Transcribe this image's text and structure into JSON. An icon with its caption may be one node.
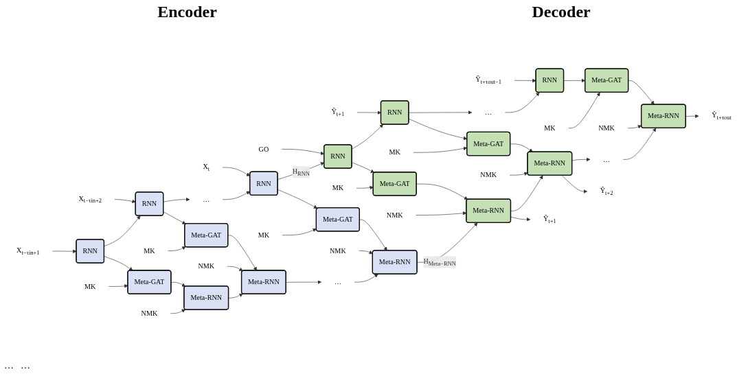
{
  "diagram": {
    "nodes": [
      {
        "text": [
          "X$_{t−τin+1}$"
        ]
      },
      {
        "text": [
          "X$_{t−τin+2}$"
        ]
      },
      {
        "text": [
          "X$_{t}$"
        ]
      },
      {
        "text": [
          "GO"
        ]
      },
      {
        "text": [
          "Ŷ$_{t+1}$"
        ]
      },
      {
        "text": [
          "Ŷ$_{t+τout−1}$"
        ]
      },
      {
        "text": [
          "RNN"
        ]
      },
      {
        "text": [
          "RNN"
        ]
      },
      {
        "text": [
          "…"
        ]
      },
      {
        "text": [
          "RNN"
        ]
      },
      {
        "text": [
          "RNN"
        ]
      },
      {
        "text": [
          "RNN"
        ]
      },
      {
        "text": [
          "…"
        ]
      },
      {
        "text": [
          "RNN"
        ]
      },
      {
        "text": [
          "MK"
        ]
      },
      {
        "text": [
          "MK"
        ]
      },
      {
        "text": [
          "MK"
        ]
      },
      {
        "text": [
          "MK"
        ]
      },
      {
        "text": [
          "MK"
        ]
      },
      {
        "text": [
          "MK"
        ]
      },
      {
        "text": [
          "Meta-GAT"
        ]
      },
      {
        "text": [
          "Meta-GAT"
        ]
      },
      {
        "text": [
          "Meta-GAT"
        ]
      },
      {
        "text": [
          "Meta-GAT"
        ]
      },
      {
        "text": [
          "Meta-GAT"
        ]
      },
      {
        "text": [
          "Meta-GAT"
        ]
      },
      {
        "text": [
          "NMK"
        ]
      },
      {
        "text": [
          "NMK"
        ]
      },
      {
        "text": [
          "NMK"
        ]
      },
      {
        "text": [
          "NMK"
        ]
      },
      {
        "text": [
          "NMK"
        ]
      },
      {
        "text": [
          "NMK"
        ]
      },
      {
        "text": [
          "Meta-RNN"
        ]
      },
      {
        "text": [
          "Meta-RNN"
        ]
      },
      {
        "text": [
          "…"
        ]
      },
      {
        "text": [
          "Meta-RNN"
        ]
      },
      {
        "text": [
          "Meta-RNN"
        ]
      },
      {
        "text": [
          "Meta-RNN"
        ]
      },
      {
        "text": [
          "…"
        ]
      },
      {
        "text": [
          "Meta-RNN"
        ]
      },
      {
        "text": [
          "Ŷ$_{t+1}$"
        ]
      },
      {
        "text": [
          "Ŷ$_{t+2}$"
        ]
      },
      {
        "text": [
          "Ŷ$_{t+τout}$"
        ]
      }
    ],
    "edges": [
      {
        "from": 0,
        "to": 6,
        "arrow": "to"
      },
      {
        "from": 1,
        "to": 7,
        "arrow": "to"
      },
      {
        "from": 2,
        "to": 9,
        "arrow": "to"
      },
      {
        "from": 3,
        "to": 10,
        "arrow": "to"
      },
      {
        "from": 4,
        "to": 11,
        "arrow": "to"
      },
      {
        "from": 5,
        "to": 13,
        "arrow": "to"
      },
      {
        "from": 6,
        "to": 7,
        "arrow": "to"
      },
      {
        "from": 7,
        "to": 8,
        "arrow": "to"
      },
      {
        "from": 8,
        "to": 9,
        "arrow": "to"
      },
      {
        "from": 9,
        "to": 10,
        "arrow": "to",
        "label": "H$_{RNN}$"
      },
      {
        "from": 10,
        "to": 11,
        "arrow": "to"
      },
      {
        "from": 11,
        "to": 12,
        "arrow": "to"
      },
      {
        "from": 12,
        "to": 13,
        "arrow": "to"
      },
      {
        "from": 6,
        "to": 20,
        "arrow": "to"
      },
      {
        "from": 7,
        "to": 21,
        "arrow": "to"
      },
      {
        "from": 9,
        "to": 22,
        "arrow": "to"
      },
      {
        "from": 10,
        "to": 23,
        "arrow": "to"
      },
      {
        "from": 11,
        "to": 24,
        "arrow": "to"
      },
      {
        "from": 13,
        "to": 25,
        "arrow": "to"
      },
      {
        "from": 14,
        "to": 20,
        "arrow": "to"
      },
      {
        "from": 15,
        "to": 21,
        "arrow": "to"
      },
      {
        "from": 16,
        "to": 22,
        "arrow": "to"
      },
      {
        "from": 17,
        "to": 23,
        "arrow": "to"
      },
      {
        "from": 18,
        "to": 24,
        "arrow": "to"
      },
      {
        "from": 19,
        "to": 25,
        "arrow": "to"
      },
      {
        "from": 20,
        "to": 32,
        "arrow": "to"
      },
      {
        "from": 21,
        "to": 33,
        "arrow": "to"
      },
      {
        "from": 22,
        "to": 35,
        "arrow": "to"
      },
      {
        "from": 23,
        "to": 36,
        "arrow": "to"
      },
      {
        "from": 24,
        "to": 37,
        "arrow": "to"
      },
      {
        "from": 25,
        "to": 39,
        "arrow": "to"
      },
      {
        "from": 26,
        "to": 32,
        "arrow": "to"
      },
      {
        "from": 27,
        "to": 33,
        "arrow": "to"
      },
      {
        "from": 28,
        "to": 35,
        "arrow": "to"
      },
      {
        "from": 29,
        "to": 36,
        "arrow": "to"
      },
      {
        "from": 30,
        "to": 37,
        "arrow": "to"
      },
      {
        "from": 31,
        "to": 39,
        "arrow": "to"
      },
      {
        "from": 32,
        "to": 33,
        "arrow": "to"
      },
      {
        "from": 33,
        "to": 34,
        "arrow": "to"
      },
      {
        "from": 34,
        "to": 35,
        "arrow": "to"
      },
      {
        "from": 35,
        "to": 36,
        "arrow": "to",
        "label": "H$_{Meta−RNN}$"
      },
      {
        "from": 36,
        "to": 37,
        "arrow": "to"
      },
      {
        "from": 37,
        "to": 38,
        "arrow": "to"
      },
      {
        "from": 38,
        "to": 39,
        "arrow": "to"
      },
      {
        "from": 36,
        "to": 40,
        "arrow": "to"
      },
      {
        "from": 37,
        "to": 41,
        "arrow": "to"
      },
      {
        "from": 39,
        "to": 42,
        "arrow": "to"
      }
    ],
    "labels": [
      "Encoder",
      "Decoder",
      "…",
      "…"
    ]
  }
}
